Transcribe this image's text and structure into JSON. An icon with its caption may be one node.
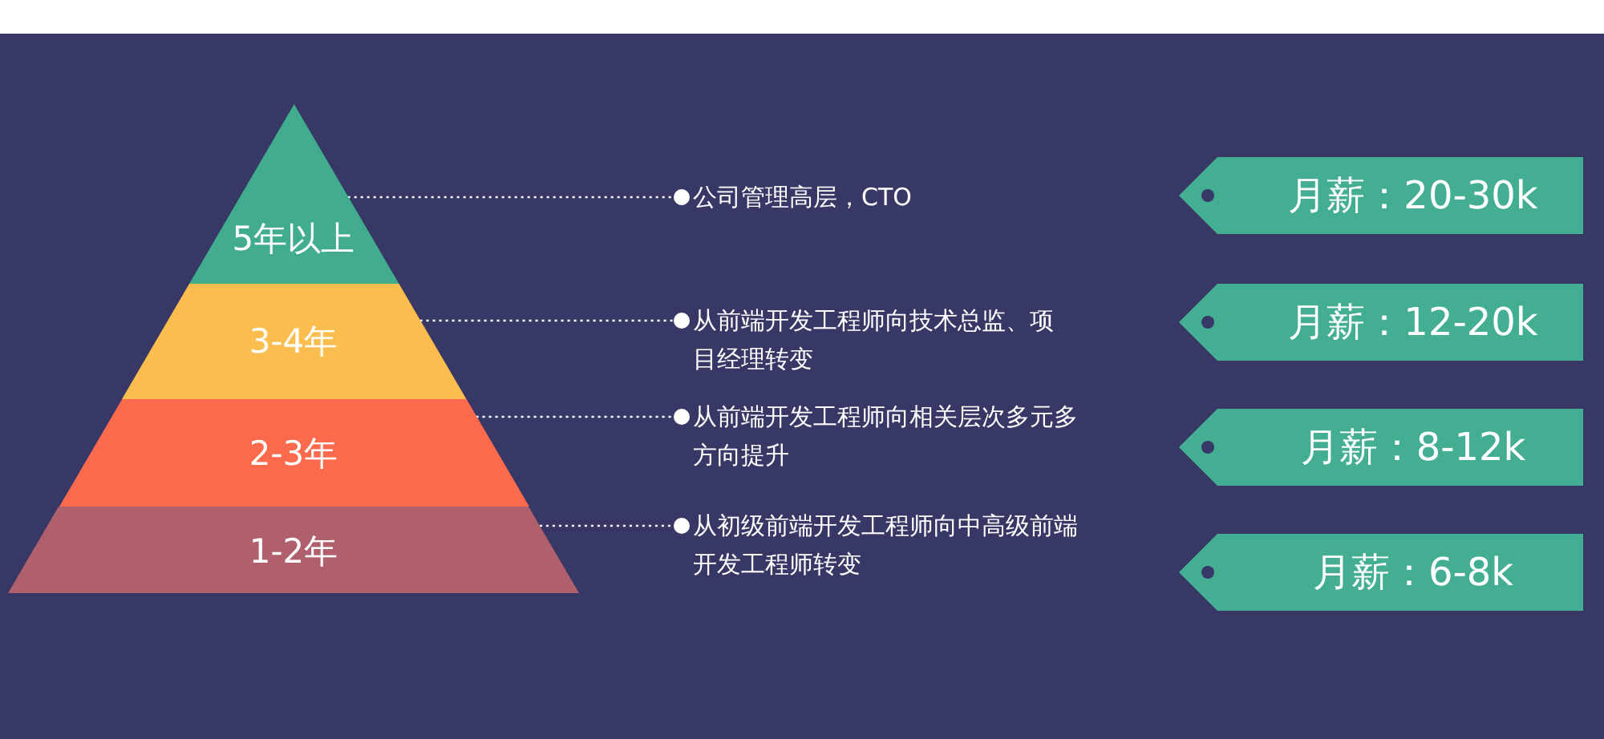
{
  "diagram": {
    "nodes": [
      {
        "text": [
          "5年以上"
        ]
      },
      {
        "text": [
          "3-4年"
        ]
      },
      {
        "text": [
          "2-3年"
        ]
      },
      {
        "text": [
          "1-2年"
        ]
      },
      {
        "text": [
          "公司管理高层，CTO"
        ]
      },
      {
        "text": [
          "从前端开发工程师向技术总监、项目经理转变"
        ]
      },
      {
        "text": [
          "从前端开发工程师向相关层次多元多方向提升"
        ]
      },
      {
        "text": [
          "从初级前端开发工程师向中高级前端开发工程师转变"
        ]
      },
      {
        "text": [
          "月薪：20-30k"
        ]
      },
      {
        "text": [
          "月薪：12-20k"
        ]
      },
      {
        "text": [
          "月薪：8-12k"
        ]
      },
      {
        "text": [
          "月薪：6-8k"
        ]
      }
    ],
    "edges": [
      {
        "from": 0,
        "to": 4,
        "arrow": "other",
        "style": "dashed"
      },
      {
        "from": 1,
        "to": 5,
        "arrow": "other",
        "style": "dashed"
      },
      {
        "from": 2,
        "to": 6,
        "arrow": "other",
        "style": "dashed"
      },
      {
        "from": 3,
        "to": 7,
        "arrow": "other",
        "style": "dashed"
      }
    ]
  }
}
